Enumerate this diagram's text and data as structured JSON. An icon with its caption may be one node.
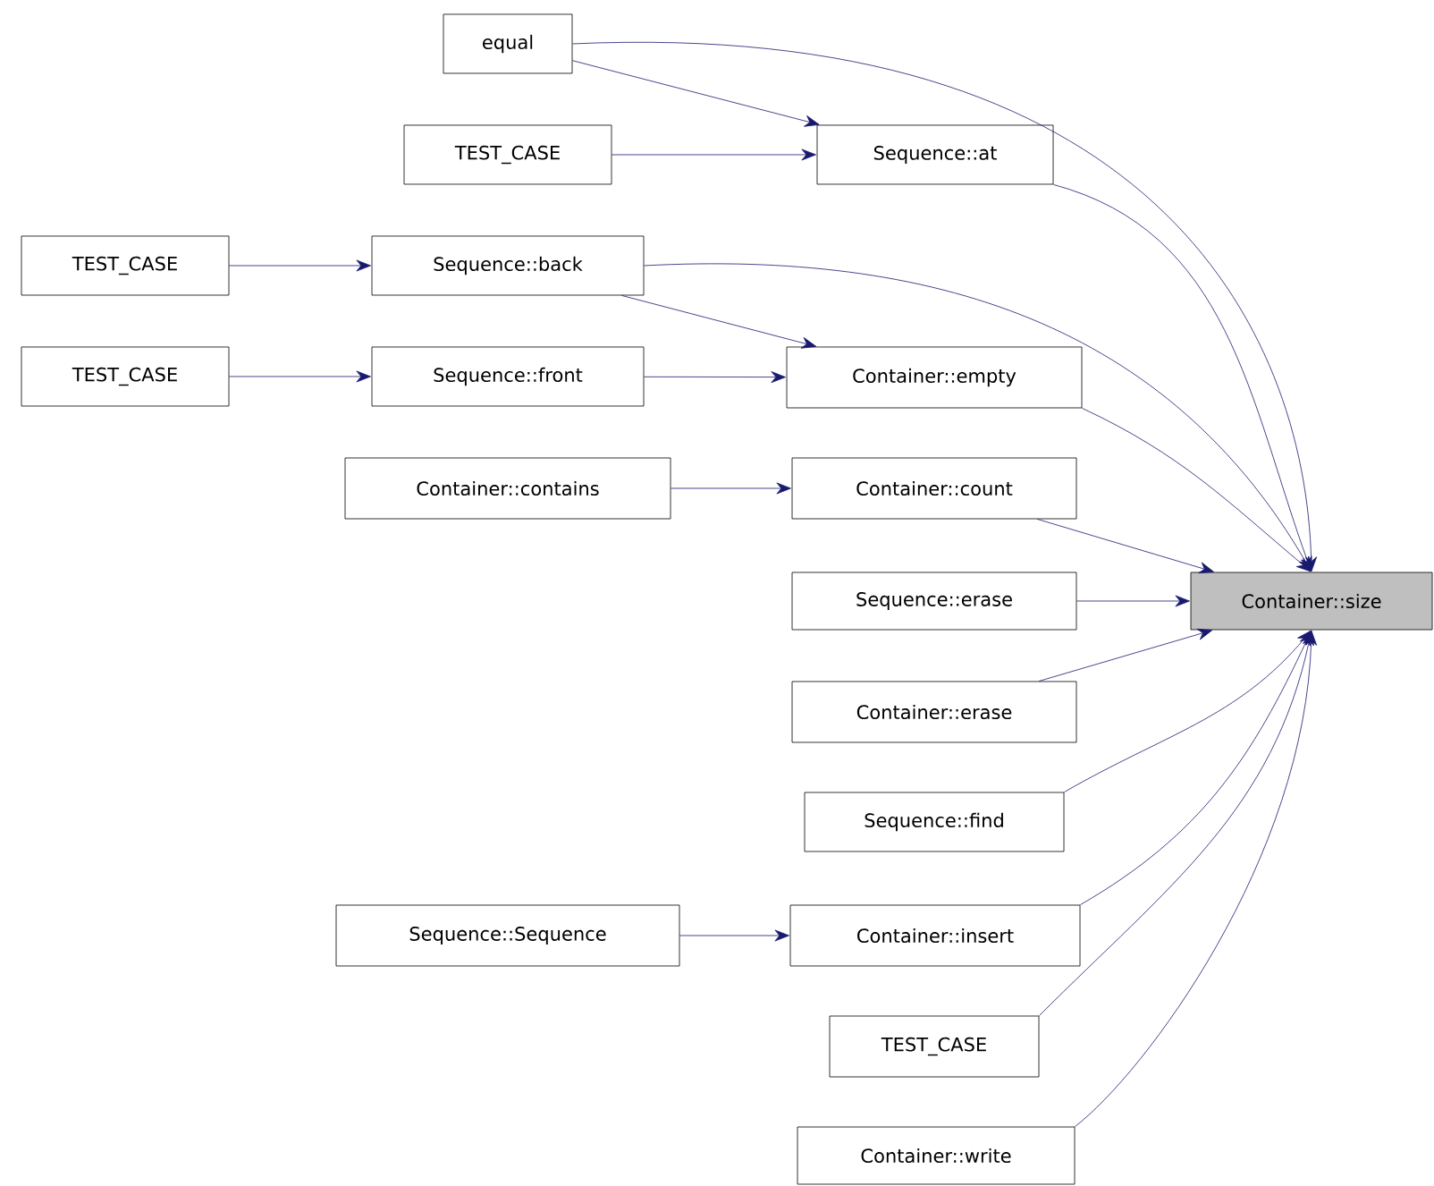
{
  "diagram": {
    "nodes": [
      {
        "text": [
          "equal"
        ]
      },
      {
        "text": [
          "TEST_CASE"
        ]
      },
      {
        "text": [
          "Sequence::at"
        ]
      },
      {
        "text": [
          "TEST_CASE"
        ]
      },
      {
        "text": [
          "Sequence::back"
        ]
      },
      {
        "text": [
          "TEST_CASE"
        ]
      },
      {
        "text": [
          "Sequence::front"
        ]
      },
      {
        "text": [
          "Container::empty"
        ]
      },
      {
        "text": [
          "Container::contains"
        ]
      },
      {
        "text": [
          "Container::count"
        ]
      },
      {
        "text": [
          "Sequence::erase"
        ]
      },
      {
        "text": [
          "Container::size"
        ]
      },
      {
        "text": [
          "Container::erase"
        ]
      },
      {
        "text": [
          "Sequence::find"
        ]
      },
      {
        "text": [
          "Sequence::Sequence"
        ]
      },
      {
        "text": [
          "Container::insert"
        ]
      },
      {
        "text": [
          "TEST_CASE"
        ]
      },
      {
        "text": [
          "Container::write"
        ]
      }
    ],
    "edges": [
      {
        "from": 0,
        "to": 11,
        "arrow": "to"
      },
      {
        "from": 0,
        "to": 2,
        "arrow": "to"
      },
      {
        "from": 1,
        "to": 2,
        "arrow": "to"
      },
      {
        "from": 2,
        "to": 11,
        "arrow": "to"
      },
      {
        "from": 3,
        "to": 4,
        "arrow": "to"
      },
      {
        "from": 4,
        "to": 11,
        "arrow": "to"
      },
      {
        "from": 4,
        "to": 7,
        "arrow": "to"
      },
      {
        "from": 5,
        "to": 6,
        "arrow": "to"
      },
      {
        "from": 6,
        "to": 7,
        "arrow": "to"
      },
      {
        "from": 7,
        "to": 11,
        "arrow": "to"
      },
      {
        "from": 8,
        "to": 9,
        "arrow": "to"
      },
      {
        "from": 9,
        "to": 11,
        "arrow": "to"
      },
      {
        "from": 10,
        "to": 11,
        "arrow": "to"
      },
      {
        "from": 12,
        "to": 11,
        "arrow": "to"
      },
      {
        "from": 13,
        "to": 11,
        "arrow": "to"
      },
      {
        "from": 14,
        "to": 15,
        "arrow": "to"
      },
      {
        "from": 15,
        "to": 11,
        "arrow": "to"
      },
      {
        "from": 16,
        "to": 11,
        "arrow": "to"
      },
      {
        "from": 17,
        "to": 11,
        "arrow": "to"
      }
    ]
  }
}
